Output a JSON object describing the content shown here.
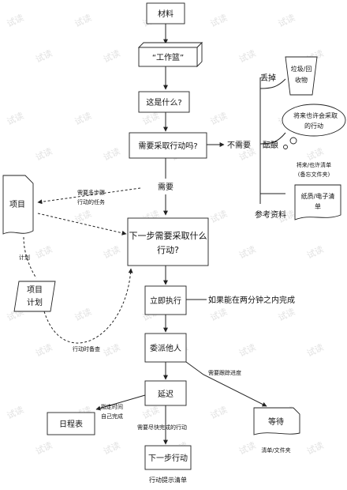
{
  "watermark": "试读",
  "nodes": {
    "materials": "材料",
    "inbox": "“工作篮”",
    "what": "这是什么?",
    "actionable": "需要采取行动吗?",
    "yes": "需要",
    "no": "不需要",
    "next_action": [
      "下一步需要采取什么",
      "行动?"
    ],
    "do_it": "立即执行",
    "delegate": "委派他人",
    "defer": "延迟",
    "calendar": "日程表",
    "next_actions": "下一步行动",
    "waiting": "等待",
    "project": "项目",
    "project_plan": [
      "项目",
      "计划"
    ]
  },
  "labels": {
    "trash": "丢掉",
    "incubate": "酝酿",
    "reference": "参考资料",
    "trash_bin": [
      "垃圾/回",
      "收物"
    ],
    "someday": [
      "将来也许会采取",
      "的行动"
    ],
    "someday_list": [
      "将来/也许清单",
      "(备忘文件夹)"
    ],
    "paper_file": [
      "纸质/电子清",
      "单"
    ],
    "multi_step": [
      "需要多步骤",
      "行动的任务"
    ],
    "plan": "计划",
    "review": "行动时备查",
    "two_min": "如果能在两分钟之内完成",
    "track": "需要跟踪进度",
    "specific_time": [
      "指定时间",
      "自己完成"
    ],
    "asap": "需要尽快完成的行动",
    "waiting_list": "清单/文件夹",
    "reminders": "行动提示清单"
  }
}
